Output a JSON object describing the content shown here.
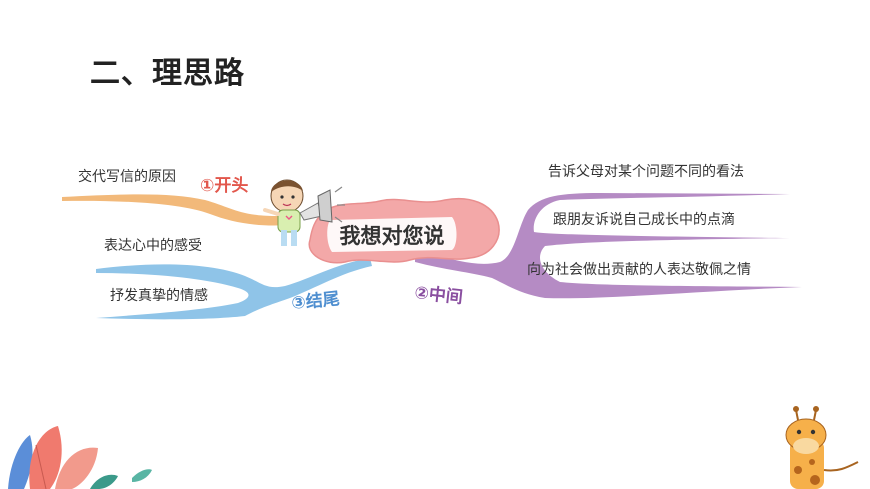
{
  "page_title": "二、理思路",
  "center": {
    "text": "我想对您说",
    "color": "#f3a8a8"
  },
  "branches": {
    "opening": {
      "head": "①开头",
      "color": "#f2b97a",
      "head_color": "#e2574c",
      "items": [
        "交代写信的原因"
      ]
    },
    "ending": {
      "head": "③结尾",
      "color": "#8fc4e8",
      "head_color": "#4f8fd0",
      "items": [
        "表达心中的感受",
        "抒发真挚的情感"
      ]
    },
    "middle": {
      "head": "②中间",
      "color": "#b58bc4",
      "head_color": "#8a4fa0",
      "items": [
        "告诉父母对某个问题不同的看法",
        "跟朋友诉说自己成长中的点滴",
        "向为社会做出贡献的人表达敬佩之情"
      ]
    }
  }
}
